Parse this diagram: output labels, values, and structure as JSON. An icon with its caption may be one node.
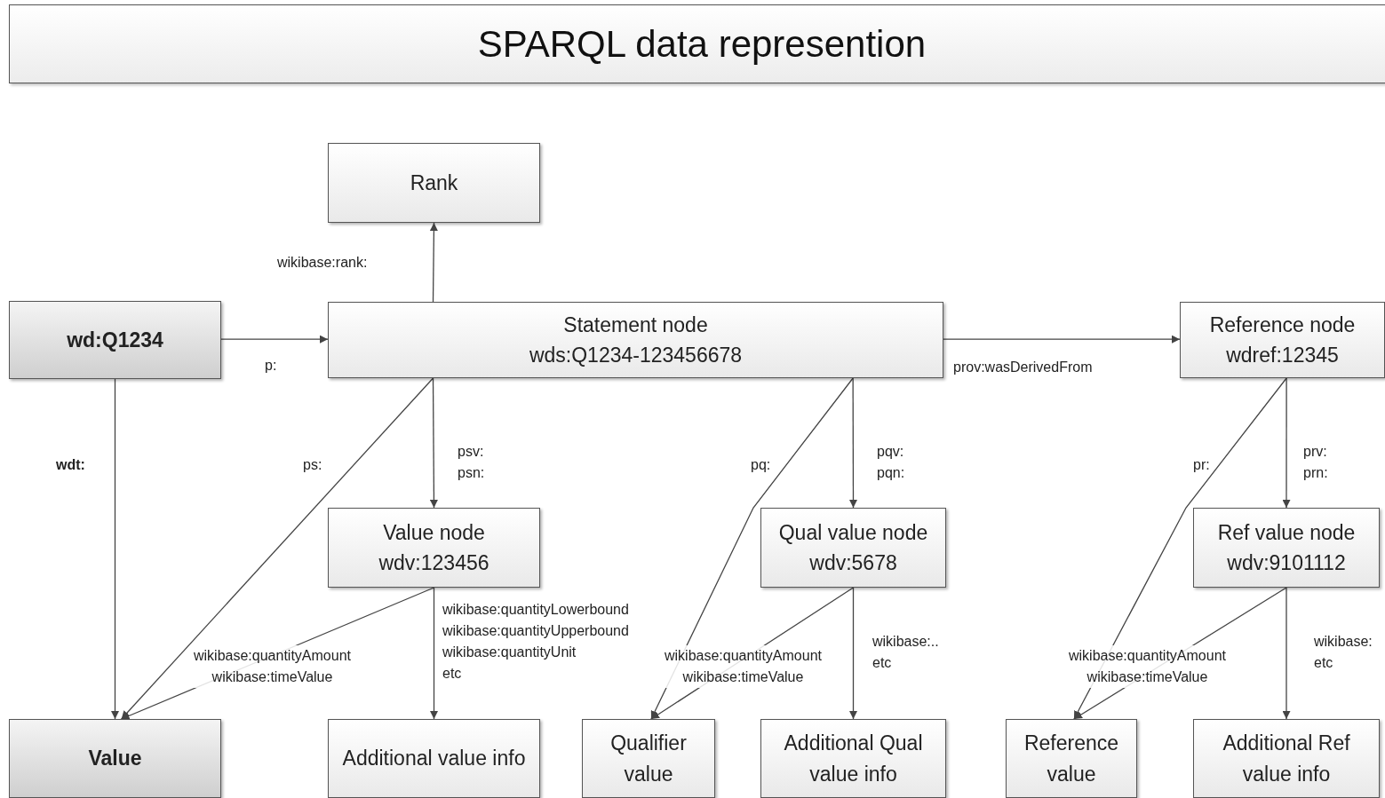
{
  "diagram": {
    "title": "SPARQL data represention",
    "nodes": [
      {
        "text": [
          "Rank"
        ]
      },
      {
        "text": [
          "wd:Q1234"
        ]
      },
      {
        "text": [
          "Statement node",
          "wds:Q1234-123456678"
        ]
      },
      {
        "text": [
          "Reference node",
          "wdref:12345"
        ]
      },
      {
        "text": [
          "Value node",
          "wdv:123456"
        ]
      },
      {
        "text": [
          "Qual value node",
          "wdv:5678"
        ]
      },
      {
        "text": [
          "Ref value node",
          "wdv:9101112"
        ]
      },
      {
        "text": [
          "Value"
        ]
      },
      {
        "text": [
          "Additional value info"
        ]
      },
      {
        "text": [
          "Qualifier value"
        ]
      },
      {
        "text": [
          "Additional Qual value info"
        ]
      },
      {
        "text": [
          "Reference value"
        ]
      },
      {
        "text": [
          "Additional Ref value info"
        ]
      }
    ],
    "edges": [
      {
        "from": 2,
        "to": 0,
        "arrow": "to",
        "label": "wikibase:rank:"
      },
      {
        "from": 1,
        "to": 2,
        "arrow": "to",
        "label": "p:"
      },
      {
        "from": 2,
        "to": 3,
        "arrow": "to",
        "label": "prov:wasDerivedFrom"
      },
      {
        "from": 1,
        "to": 7,
        "arrow": "to",
        "label": "wdt:"
      },
      {
        "from": 2,
        "to": 7,
        "arrow": "to",
        "label": "ps:"
      },
      {
        "from": 2,
        "to": 4,
        "arrow": "to",
        "label": "psv: psn:"
      },
      {
        "from": 4,
        "to": 7,
        "arrow": "to",
        "label": "wikibase:quantityAmount wikibase:timeValue"
      },
      {
        "from": 4,
        "to": 8,
        "arrow": "to",
        "label": "wikibase:quantityLowerbound wikibase:quantityUpperbound wikibase:quantityUnit etc"
      },
      {
        "from": 2,
        "to": 9,
        "arrow": "to",
        "label": "pq:"
      },
      {
        "from": 2,
        "to": 5,
        "arrow": "to",
        "label": "pqv: pqn:"
      },
      {
        "from": 5,
        "to": 9,
        "arrow": "to",
        "label": "wikibase:quantityAmount wikibase:timeValue"
      },
      {
        "from": 5,
        "to": 10,
        "arrow": "to",
        "label": "wikibase:.. etc"
      },
      {
        "from": 3,
        "to": 11,
        "arrow": "to",
        "label": "pr:"
      },
      {
        "from": 3,
        "to": 6,
        "arrow": "to",
        "label": "prv: prn:"
      },
      {
        "from": 6,
        "to": 11,
        "arrow": "to",
        "label": "wikibase:quantityAmount wikibase:timeValue"
      },
      {
        "from": 6,
        "to": 12,
        "arrow": "to",
        "label": "wikibase: etc"
      }
    ]
  }
}
